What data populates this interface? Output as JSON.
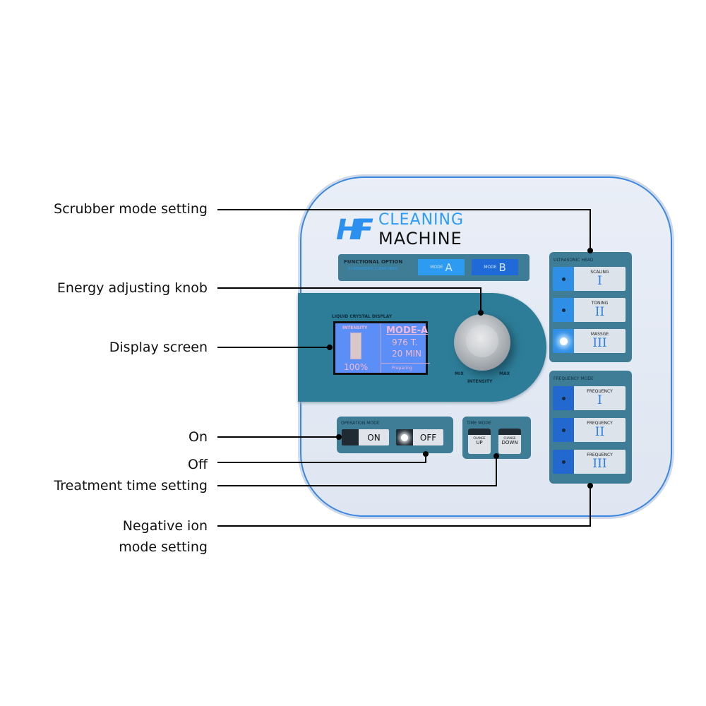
{
  "callouts": {
    "scrubber": "Scrubber mode setting",
    "knob": "Energy adjusting knob",
    "display": "Display screen",
    "on": "On",
    "off": "Off",
    "time": "Treatment time setting",
    "ion_line1": "Negative ion",
    "ion_line2": "mode setting"
  },
  "logo": {
    "mark": "HF",
    "line1": "CLEANING",
    "line2": "MACHINE"
  },
  "functional_option": {
    "title": "FUNCTIONAL OPTION",
    "subtitle": "A-ULTRASONIC CLEAN HEAD",
    "mode_a_prefix": "MODE",
    "mode_a": "A",
    "mode_b_prefix": "MODE",
    "mode_b": "B"
  },
  "lcd": {
    "label": "LIQUID CRYSTAL DISPLAY",
    "intensity_label": "INTENSITY",
    "intensity_value": "100%",
    "intensity_level": 100,
    "mode": "MODE-A",
    "count": "976 T.",
    "time": "20 MIN",
    "status": "Preparing"
  },
  "knob": {
    "min": "MIX",
    "max": "MAX",
    "label": "INTENSITY"
  },
  "ultrasonic_head": {
    "title": "ULTRASONIC HEAD",
    "items": [
      {
        "name": "SCALING",
        "numeral": "I",
        "active": false
      },
      {
        "name": "TONING",
        "numeral": "II",
        "active": false
      },
      {
        "name": "MASSGE",
        "numeral": "III",
        "active": true
      }
    ]
  },
  "frequency_mode": {
    "title": "FREQUENCY MODE",
    "items": [
      {
        "name": "FREQUENCY",
        "numeral": "I"
      },
      {
        "name": "FREQUENCY",
        "numeral": "II"
      },
      {
        "name": "FREQUENCY",
        "numeral": "III"
      }
    ]
  },
  "operation_mode": {
    "title": "OPERATION MODE",
    "on": "ON",
    "off": "OFF",
    "active": "off"
  },
  "time_mode": {
    "title": "TIME MODE",
    "up_top": "CHANGE",
    "up": "UP",
    "down_top": "CHANGE",
    "down": "DOWN"
  },
  "colors": {
    "accent": "#2d8ff0",
    "panel": "#3f7c96",
    "lcd": "#5b8ef6",
    "line": "#000000"
  }
}
